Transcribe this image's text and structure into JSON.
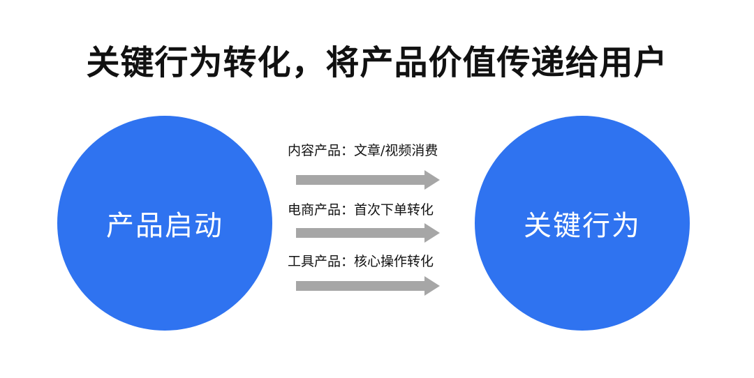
{
  "title": "关键行为转化，将产品价值传递给用户",
  "colors": {
    "circle": "#2f73f0",
    "arrow": "#a6a6a6",
    "text": "#111111"
  },
  "source": {
    "label": "产品启动"
  },
  "target": {
    "label": "关键行为"
  },
  "flows": [
    {
      "label": "内容产品：文章/视频消费"
    },
    {
      "label": "电商产品：首次下单转化"
    },
    {
      "label": "工具产品：核心操作转化"
    }
  ]
}
